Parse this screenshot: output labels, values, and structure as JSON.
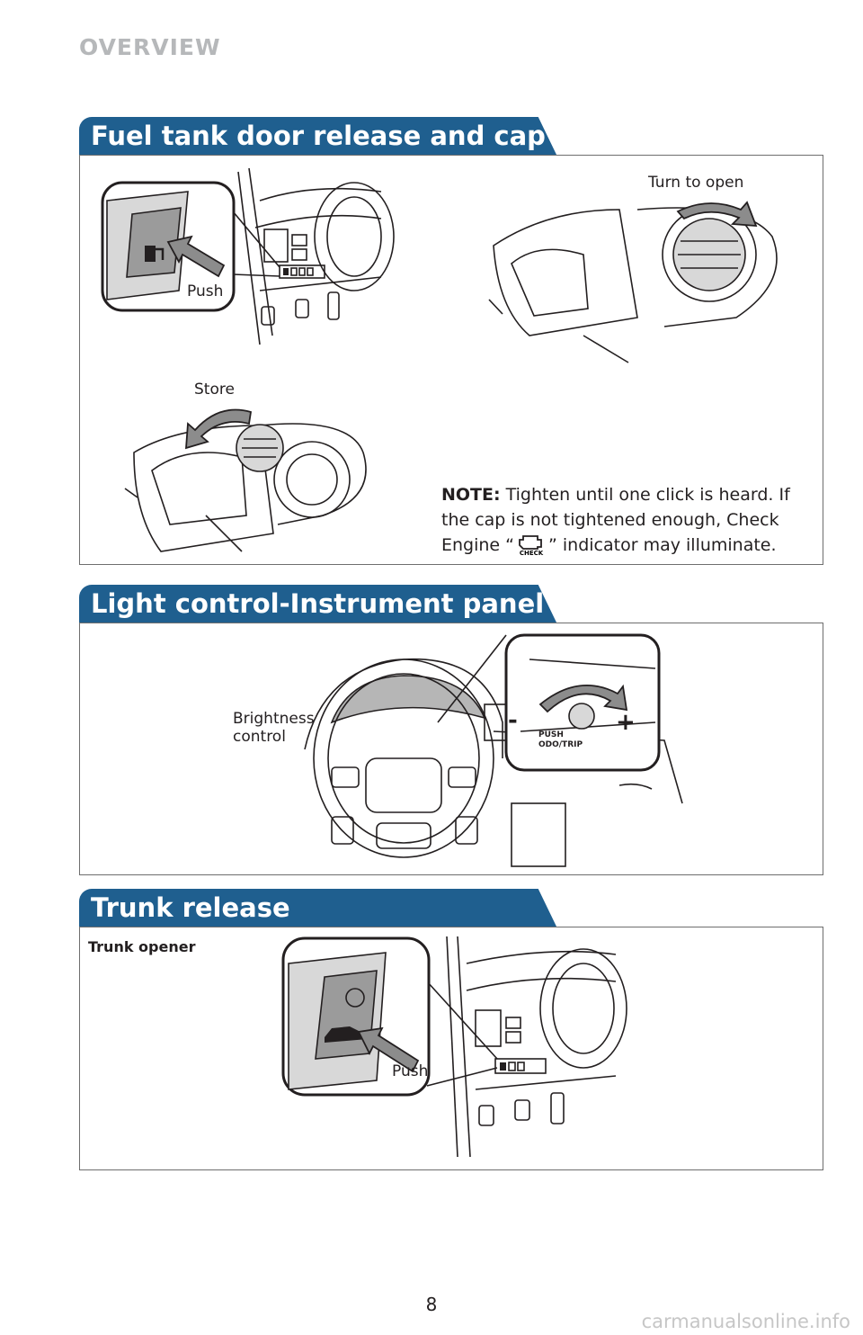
{
  "header": {
    "section": "OVERVIEW"
  },
  "fuel": {
    "title": "Fuel tank door release and cap",
    "push_label": "Push",
    "turn_label": "Turn to open",
    "store_label": "Store",
    "note_label": "NOTE:",
    "note_text_1": " Tighten until one click is heard. If the cap is not tightened enough, Check Engine “",
    "note_text_2": "” indicator may illuminate.",
    "check_icon_text": "CHECK"
  },
  "light": {
    "title": "Light control-Instrument panel",
    "brightness_label_1": "Brightness",
    "brightness_label_2": "control",
    "button_text_1": "PUSH",
    "button_text_2": "ODO/TRIP",
    "minus": "-",
    "plus": "+"
  },
  "trunk": {
    "title": "Trunk release",
    "opener_label": "Trunk opener",
    "push_label": "Push"
  },
  "footer": {
    "page_number": "8",
    "watermark": "carmanualsonline.info"
  }
}
